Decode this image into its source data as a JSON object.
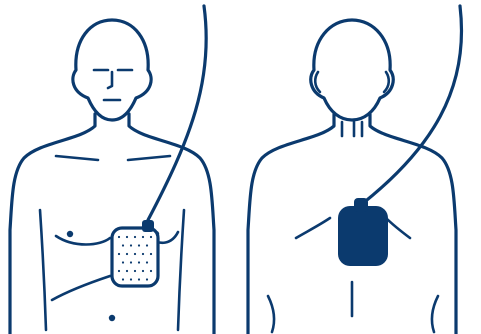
{
  "figure": {
    "views": [
      "front",
      "back"
    ],
    "colors": {
      "line": "#0b3a6e",
      "background": "#ffffff"
    },
    "icons": {
      "front_pad": "perforated-electrode-pad",
      "back_pad": "solid-electrode-pad"
    }
  }
}
